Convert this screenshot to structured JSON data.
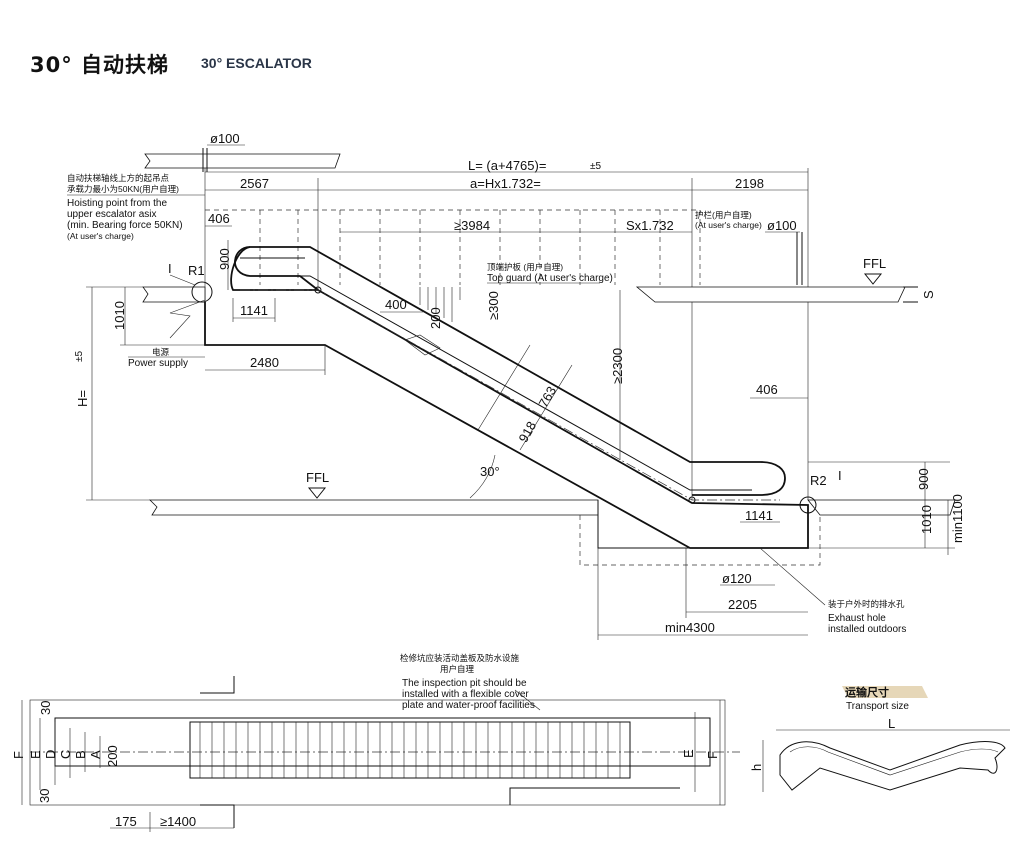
{
  "header": {
    "title_cn": "30°  自动扶梯",
    "title_en": "30° ESCALATOR"
  },
  "side_view": {
    "dim_d100_top": "ø100",
    "dim_L": "L= (a+4765)=",
    "dim_L_tol": "±5",
    "dim_2567": "2567",
    "dim_a": "a=Hx1.732=",
    "dim_2198": "2198",
    "dim_406_top": "406",
    "dim_3984": "≥3984",
    "dim_sx": "Sx1.732",
    "dim_d100_right": "ø100",
    "dim_900_top": "900",
    "dim_1141_top": "1141",
    "dim_1010_left": "1010",
    "dim_H": "H=",
    "dim_H_tol": "±5",
    "dim_2480": "2480",
    "dim_400": "400",
    "dim_200": "200",
    "dim_300": "≥300",
    "dim_2300": "≥2300",
    "dim_763": "763",
    "dim_918": "918",
    "angle": "30°",
    "dim_406_bottom": "406",
    "dim_900_right": "900",
    "dim_1010_right": "1010",
    "dim_min1100": "min1100",
    "dim_1141_bottom": "1141",
    "dim_d120": "ø120",
    "dim_2205": "2205",
    "dim_min4300": "min4300",
    "ffl_top": "FFL",
    "ffl_bottom": "FFL",
    "label_S": "S",
    "label_I_top": "I",
    "label_I_bottom": "I",
    "label_R1": "R1",
    "label_R2": "R2",
    "hoist_note_cn_1": "自动扶梯轴线上方的起吊点",
    "hoist_note_cn_2": "承载力最小为50KN(用户自理)",
    "hoist_note_en_1": "Hoisting point from the",
    "hoist_note_en_2": "upper escalator asix",
    "hoist_note_en_3": "(min. Bearing force 50KN)",
    "hoist_note_en_4": "(At user's charge)",
    "power_cn": "电源",
    "power_en": "Power supply",
    "guard_cn": "顶端护板 (用户自理)",
    "guard_en": "Top guard (At user's charge)",
    "rail_cn": "护栏(用户自理)",
    "rail_en": "(At user's charge)",
    "exhaust_cn": "装于户外时的排水孔",
    "exhaust_en_1": "Exhaust hole",
    "exhaust_en_2": "installed outdoors"
  },
  "plan_view": {
    "pit_cn_1": "检修坑应装活动盖板及防水设施",
    "pit_cn_2": "用户自理",
    "pit_en_1": "The inspection pit should be",
    "pit_en_2": "installed with a flexible cover",
    "pit_en_3": "plate and water-proof facilities",
    "lbl_F": "F",
    "lbl_E": "E",
    "lbl_D": "D",
    "lbl_C": "C",
    "lbl_B": "B",
    "lbl_A": "A",
    "dim_200": "200",
    "dim_30_top": "30",
    "dim_30_bottom": "30",
    "dim_175": "175",
    "dim_1400": "≥1400",
    "lbl_E_right": "E",
    "lbl_F_right": "F"
  },
  "transport": {
    "title_cn": "运输尺寸",
    "title_en": "Transport size",
    "lbl_L": "L",
    "lbl_h": "h"
  }
}
